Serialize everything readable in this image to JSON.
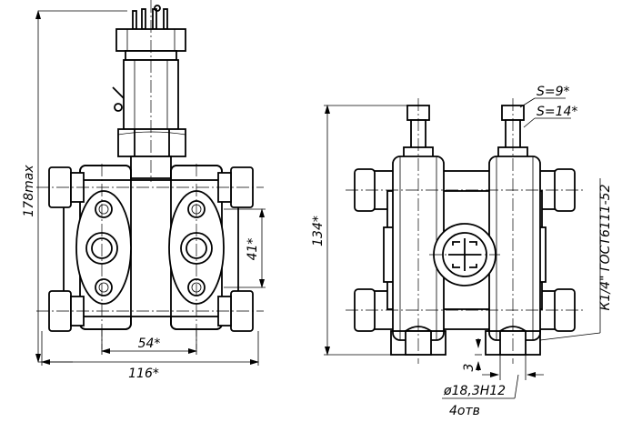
{
  "left_view": {
    "height_dim": "178max",
    "port_spacing_dim": "41*",
    "flange_spacing_dim": "54*",
    "width_dim": "116*"
  },
  "right_view": {
    "height_dim": "134*",
    "wrench_small": "S=9*",
    "wrench_large": "S=14*",
    "thread_spec": "К1/4\" ГОСТ6111-52",
    "bore_depth": "3",
    "bore_diameter": "ø18,3Н12",
    "hole_count": "4отв"
  }
}
